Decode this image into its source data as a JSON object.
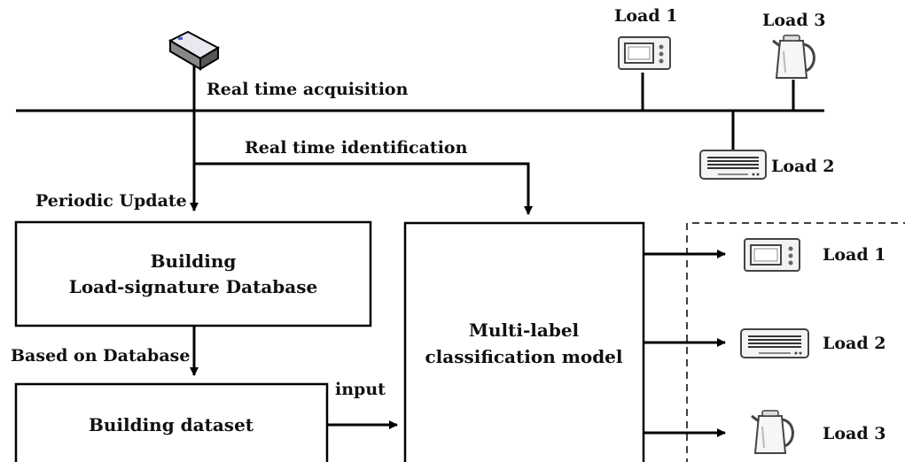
{
  "labels": {
    "real_time_acquisition": "Real time acquisition",
    "real_time_identification": "Real time identification",
    "periodic_update": "Periodic Update",
    "based_on_database": "Based on Database",
    "input": "input"
  },
  "boxes": {
    "database_line1": "Building",
    "database_line2": "Load-signature Database",
    "dataset": "Building dataset",
    "model_line1": "Multi-label",
    "model_line2": "classification model"
  },
  "grid_loads": {
    "load1": "Load 1",
    "load2": "Load 2",
    "load3": "Load 3"
  },
  "outputs": [
    {
      "label": "Load 1",
      "icon": "microwave-icon"
    },
    {
      "label": "Load 2",
      "icon": "air-conditioner-icon"
    },
    {
      "label": "Load 3",
      "icon": "kettle-icon"
    }
  ]
}
